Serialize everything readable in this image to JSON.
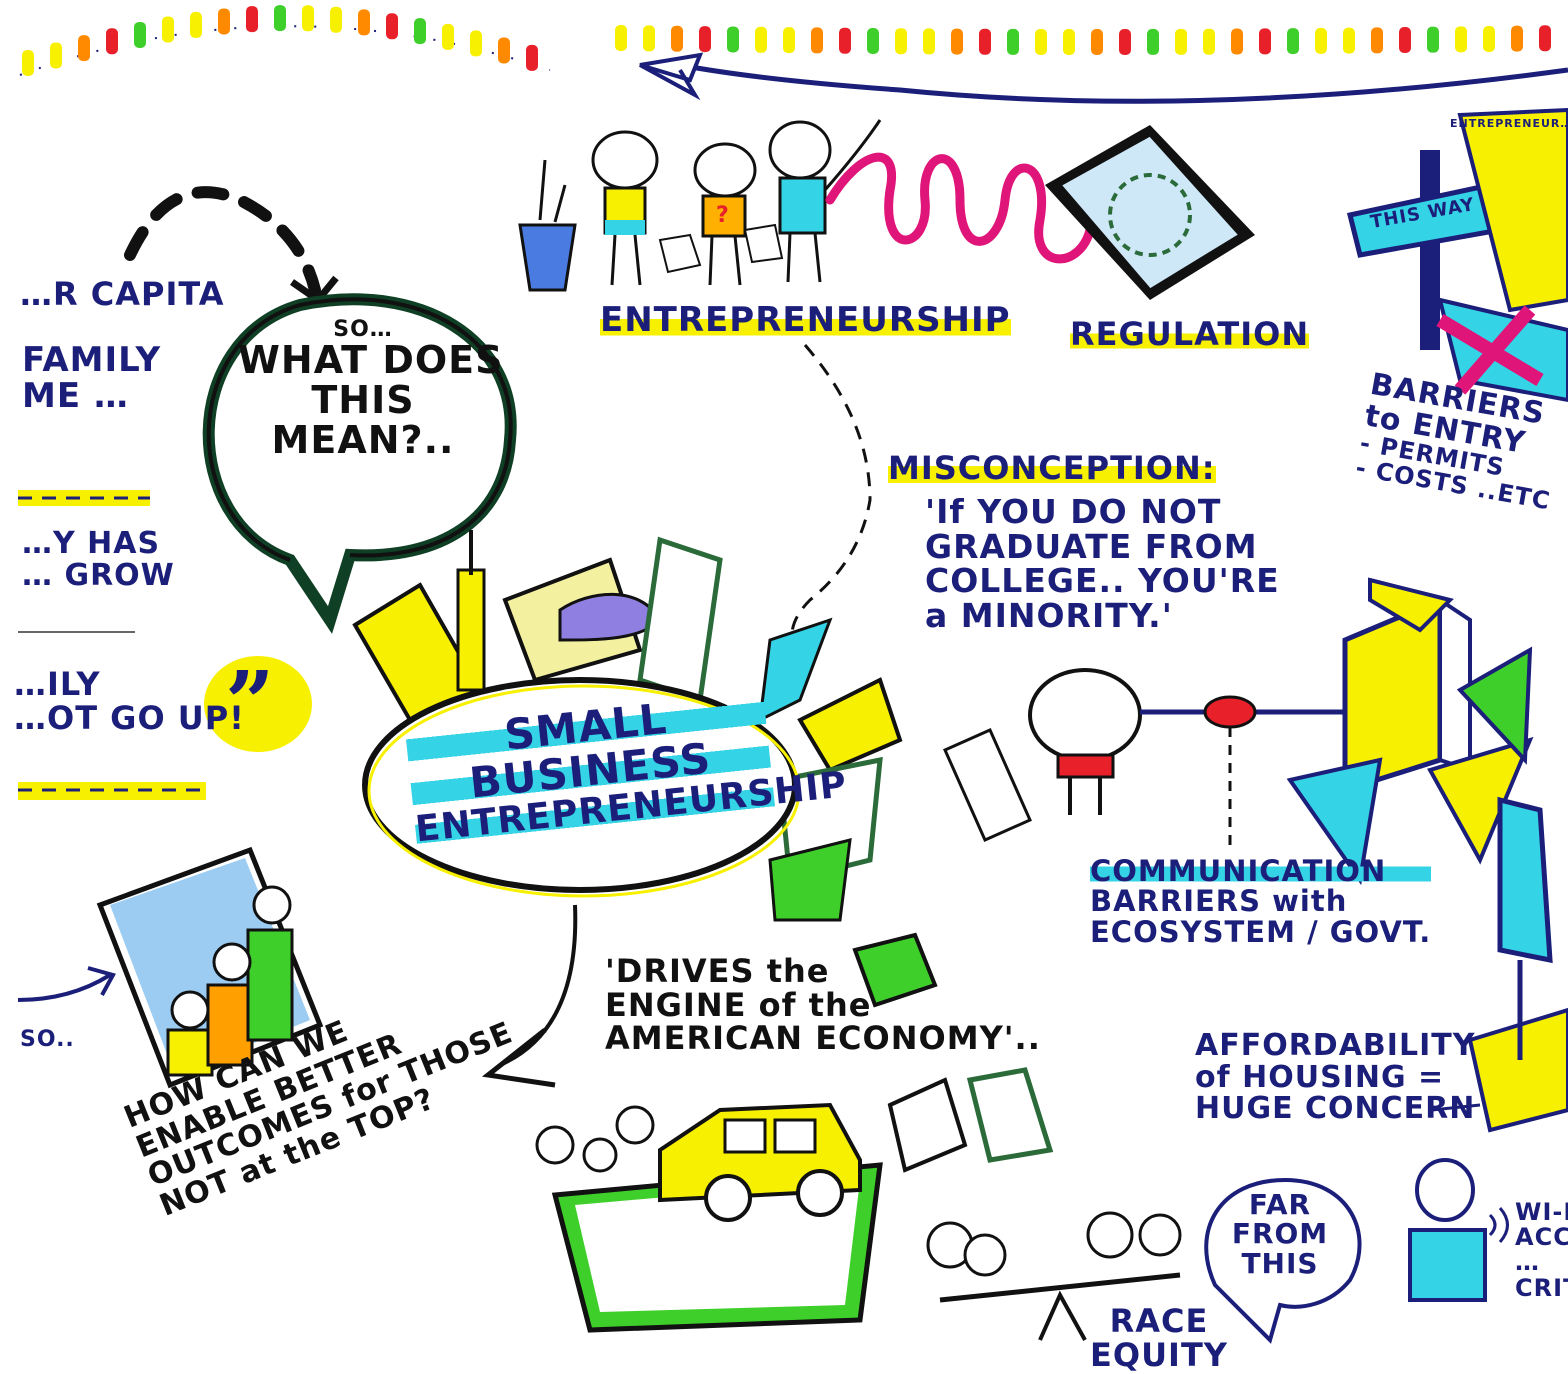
{
  "left_fragments": {
    "per_capita": "…R CAPITA",
    "family_me": [
      "FAMILY",
      "ME …"
    ],
    "has_grow": [
      "…Y HAS",
      "… GROW"
    ],
    "not_go_up": [
      "…ILY",
      "…OT GO UP!"
    ],
    "so": "SO.."
  },
  "speech_bubble": {
    "lines": [
      "SO…",
      "WHAT DOES",
      "THIS",
      "MEAN?.."
    ]
  },
  "entrepreneurship_label": "ENTREPRENEURSHIP",
  "regulation_label": "REGULATION",
  "center_oval": {
    "lines": [
      "SMALL",
      "BUSINESS",
      "ENTREPRENEURSHIP"
    ]
  },
  "misconception": {
    "heading": "MISCONCEPTION:",
    "lines": [
      "'If YOU DO NOT",
      "GRADUATE FROM",
      "COLLEGE.. YOU'RE",
      "a MINORITY.'"
    ]
  },
  "barriers": {
    "lines": [
      "BARRIERS",
      "to ENTRY",
      "- PERMITS",
      "- COSTS ..ETC"
    ]
  },
  "signpost_label": "THIS WAY",
  "top_right_fragment": "ENTREPRENEUR…",
  "communication": {
    "lines": [
      "COMMUNICATION",
      "BARRIERS with",
      "ECOSYSTEM / GOVT."
    ]
  },
  "drives": {
    "lines": [
      "'DRIVES the",
      "ENGINE of the",
      "AMERICAN ECONOMY'.."
    ]
  },
  "how_can_we": {
    "lines": [
      "HOW CAN WE",
      "ENABLE BETTER",
      "OUTCOMES for THOSE",
      "NOT at the TOP?"
    ]
  },
  "affordability": {
    "lines": [
      "AFFORDABILITY",
      "of HOUSING =",
      "HUGE CONCERN"
    ]
  },
  "far_from_this": {
    "lines": [
      "FAR",
      "FROM",
      "THIS"
    ]
  },
  "race_equity": {
    "lines": [
      "RACE",
      "EQUITY"
    ]
  },
  "wifi": {
    "lines": [
      "WI-F…",
      "ACCE…",
      "…",
      "CRITI…"
    ]
  },
  "colors": {
    "ink": "#1b1f7a",
    "black": "#111111",
    "yellow": "#f7f000",
    "cyan": "#35d3e6",
    "magenta": "#e0157a",
    "green": "#3fcf2a",
    "orange": "#ff8a00",
    "red": "#e8202a"
  }
}
